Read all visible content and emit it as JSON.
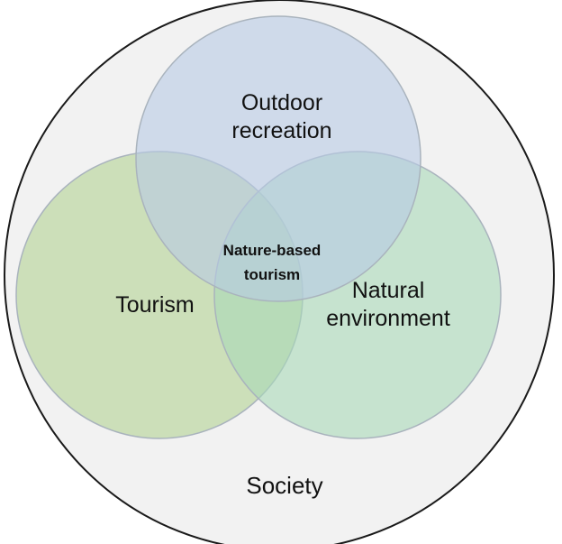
{
  "diagram": {
    "type": "venn",
    "outer_label": "Society",
    "sets": {
      "outdoor_recreation": {
        "line1": "Outdoor",
        "line2": "recreation",
        "color": "#b7c9e4"
      },
      "tourism": {
        "line1": "Tourism",
        "color": "#bfd8a6"
      },
      "natural_environment": {
        "line1": "Natural",
        "line2": "environment",
        "color": "#a9d9b8"
      }
    },
    "intersection": {
      "line1": "Nature-based",
      "line2": "tourism"
    },
    "colors": {
      "outer_fill": "#f2f2f2",
      "outer_stroke": "#1a1a1a",
      "circle_stroke": "#a9b3bd"
    }
  }
}
